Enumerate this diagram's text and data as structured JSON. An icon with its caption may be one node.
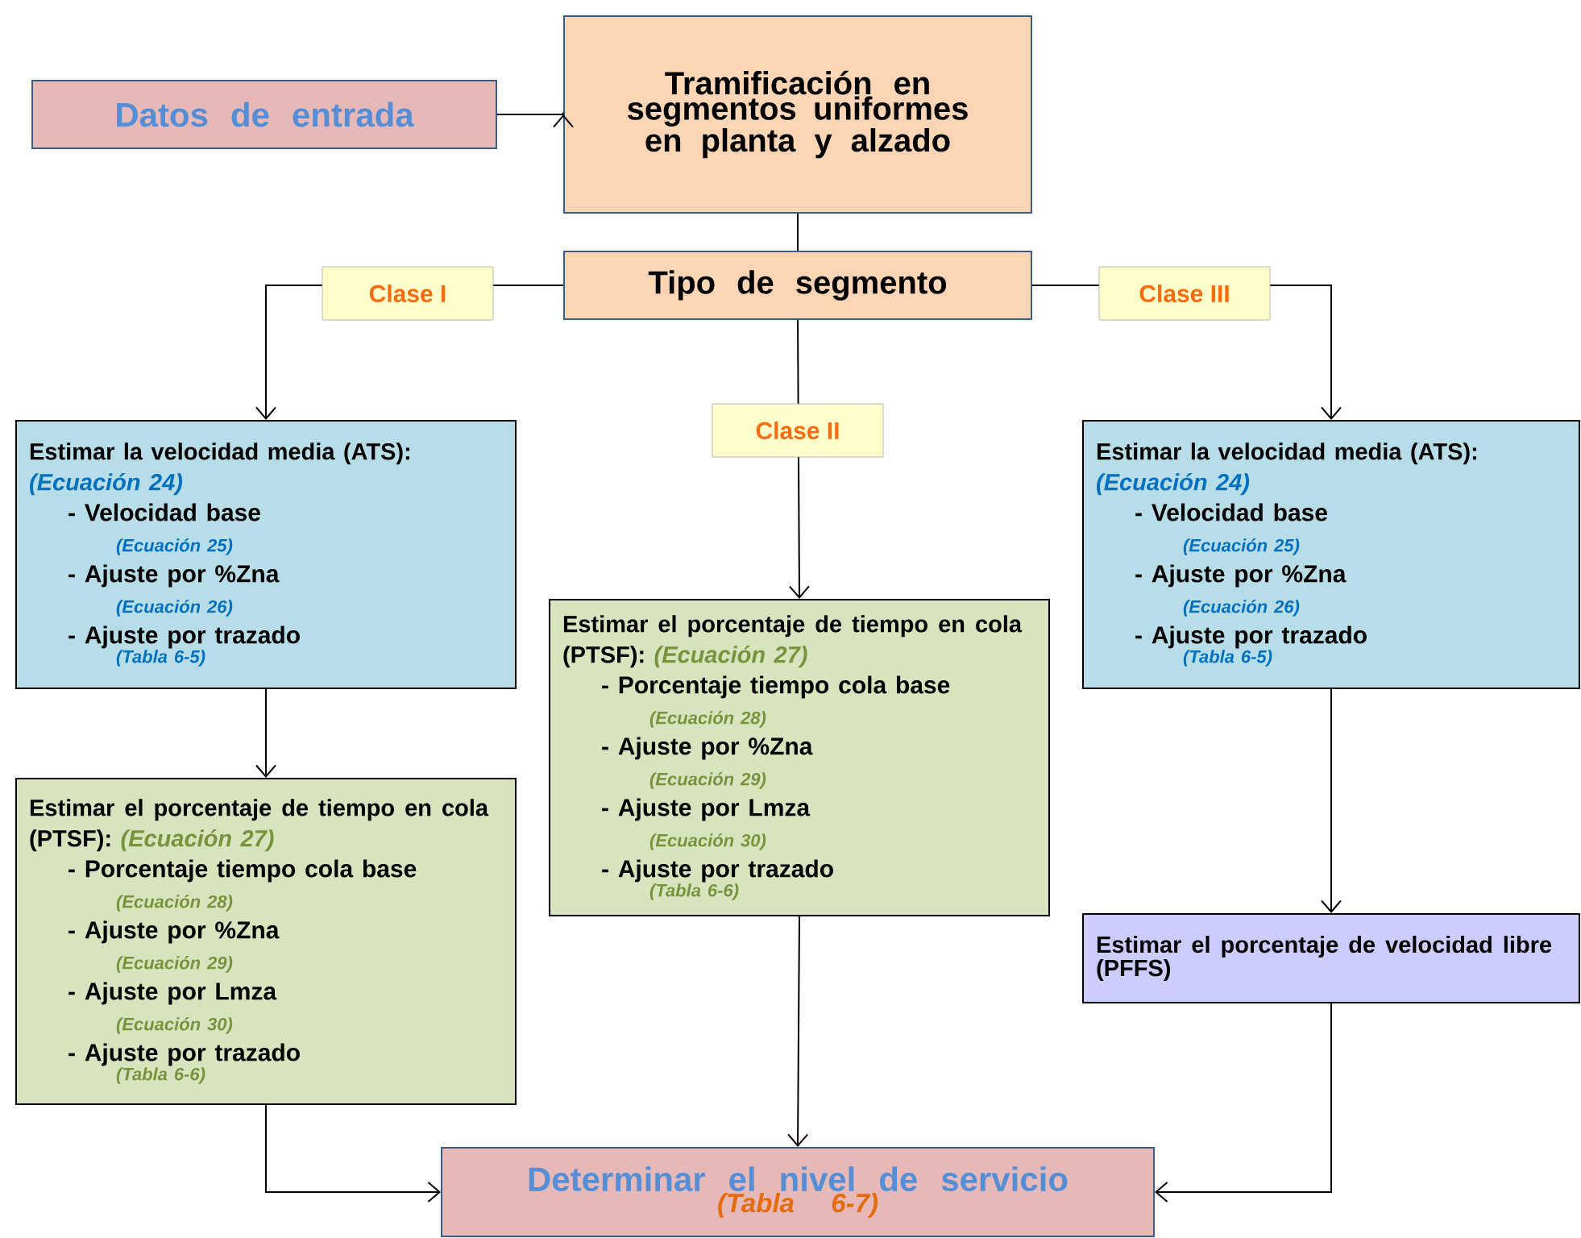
{
  "diagram": {
    "nodes": [
      {
        "text": [
          "Datos de entrada"
        ]
      },
      {
        "text": [
          "Tramificación en segmentos uniformes en planta y alzado"
        ]
      },
      {
        "text": [
          "Tipo de segmento"
        ]
      },
      {
        "text": [
          "Estimar la velocidad media (ATS):",
          "(Ecuación 24)",
          "- Velocidad base",
          "(Ecuación 25)",
          "- Ajuste por %Zna",
          "(Ecuación 26)",
          "- Ajuste por trazado",
          "(Tabla 6-5)"
        ]
      },
      {
        "text": [
          "Estimar el porcentaje de tiempo en cola (PTSF):",
          "(Ecuación 27)",
          "- Porcentaje tiempo cola base",
          "(Ecuación 28)",
          "- Ajuste por %Zna",
          "(Ecuación 29)",
          "- Ajuste por Lmza",
          "(Ecuación 30)",
          "- Ajuste por trazado",
          "(Tabla 6-6)"
        ]
      },
      {
        "text": [
          "Estimar la velocidad media (ATS):",
          "(Ecuación 24)",
          "- Velocidad base",
          "(Ecuación 25)",
          "- Ajuste por %Zna",
          "(Ecuación 26)",
          "- Ajuste por trazado",
          "(Tabla 6-5)"
        ]
      },
      {
        "text": [
          "Estimar el porcentaje de tiempo en cola (PTSF):",
          "(Ecuación 27)",
          "- Porcentaje tiempo cola base",
          "(Ecuación 28)",
          "- Ajuste por %Zna",
          "(Ecuación 29)",
          "- Ajuste por Lmza",
          "(Ecuación 30)",
          "- Ajuste por trazado",
          "(Tabla 6-6)"
        ]
      },
      {
        "text": [
          "Estimar el porcentaje de velocidad libre (PFFS)"
        ]
      },
      {
        "text": [
          "Determinar el nivel de servicio",
          "(Tabla 6-7)"
        ]
      }
    ],
    "edges": [
      {
        "from": 0,
        "to": 1,
        "arrow": "to"
      },
      {
        "from": 1,
        "to": 2,
        "arrow": "none"
      },
      {
        "from": 2,
        "to": 3,
        "arrow": "to",
        "label": "Clase I"
      },
      {
        "from": 2,
        "to": 4,
        "arrow": "to",
        "label": "Clase II"
      },
      {
        "from": 2,
        "to": 5,
        "arrow": "to",
        "label": "Clase III"
      },
      {
        "from": 3,
        "to": 6,
        "arrow": "to"
      },
      {
        "from": 5,
        "to": 7,
        "arrow": "to"
      },
      {
        "from": 6,
        "to": 8,
        "arrow": "to"
      },
      {
        "from": 4,
        "to": 8,
        "arrow": "to"
      },
      {
        "from": 7,
        "to": 8,
        "arrow": "to"
      }
    ]
  }
}
